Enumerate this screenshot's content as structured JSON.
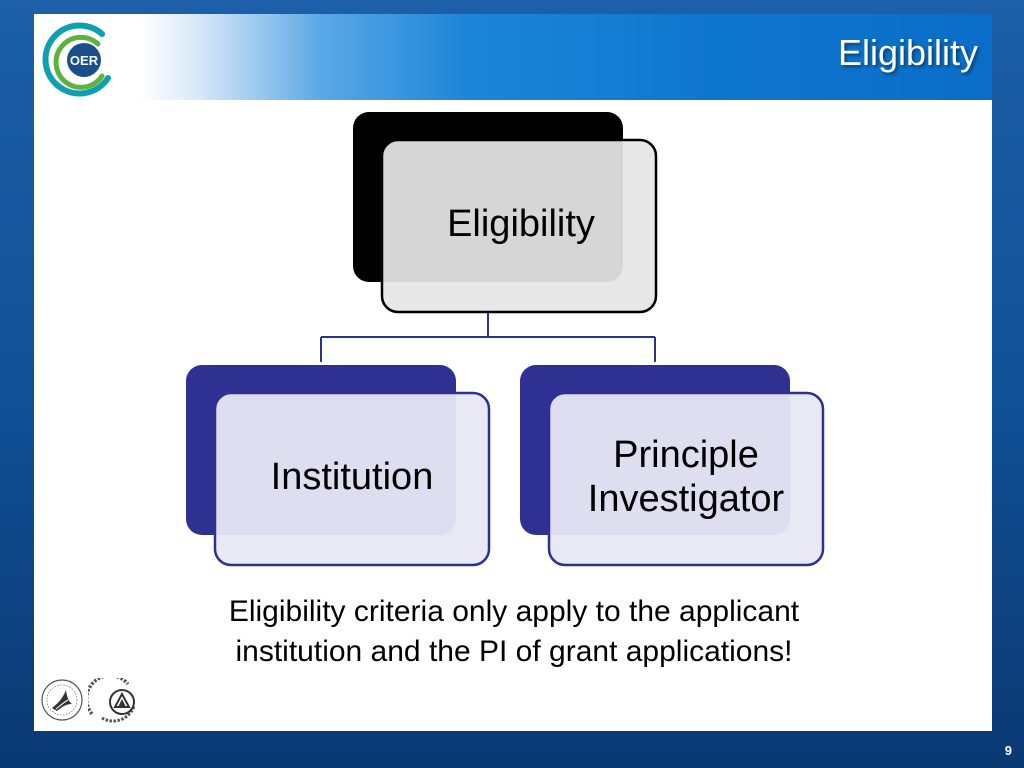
{
  "header": {
    "logo_text": "OER",
    "title": "Eligibility"
  },
  "diagram": {
    "root": {
      "label": "Eligibility"
    },
    "children": [
      {
        "label": "Institution"
      },
      {
        "label": "Principle Investigator"
      }
    ]
  },
  "caption": {
    "line1": "Eligibility criteria only apply to the applicant",
    "line2": "institution and the PI of grant applications!"
  },
  "footer": {
    "page_number": "9",
    "logos": [
      "hhs-seal",
      "national-institutes-of-health-logo"
    ]
  },
  "colors": {
    "header_blue": "#0a6ec9",
    "background_blue": "#0f4f94",
    "root_dark": "#000000",
    "child_dark": "#2e3192",
    "root_front_fill": "#e6e6e6",
    "child_front_fill": "#e8e8f5",
    "connector": "#2e3192",
    "logo_teal": "#0e9fb0",
    "logo_green": "#5fb23d",
    "logo_navy": "#1b4f8c"
  }
}
